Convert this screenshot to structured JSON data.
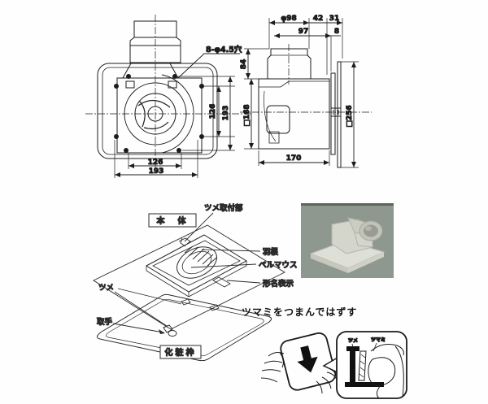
{
  "front_view": {
    "holes_label": "8-φ4.5穴",
    "dim_inner_v": "126",
    "dim_outer_v": "193",
    "dim_inner_h": "126",
    "dim_outer_h": "193"
  },
  "side_view": {
    "dim_duct": "φ98",
    "dim_a": "42",
    "dim_b": "31",
    "dim_c": "97",
    "dim_d": "8",
    "dim_e": "84",
    "dim_body": "□168",
    "dim_panel": "□256",
    "dim_depth": "170"
  },
  "exploded": {
    "body": "本　体",
    "clip_mount": "ツメ取付部",
    "blade": "羽根",
    "bellmouth": "ベルマウス",
    "model": "形名表示",
    "clip": "ツメ",
    "handle": "取手",
    "frame": "化粧枠"
  },
  "instruction": {
    "text": "ツマミをつまんではずす"
  },
  "callout": {
    "label_a": "ツメ",
    "label_b": "ツマミ"
  },
  "colors": {
    "line": "#1c1c1c",
    "photo_bg": "#8e988e",
    "photo_product": "#d6d6ce"
  }
}
